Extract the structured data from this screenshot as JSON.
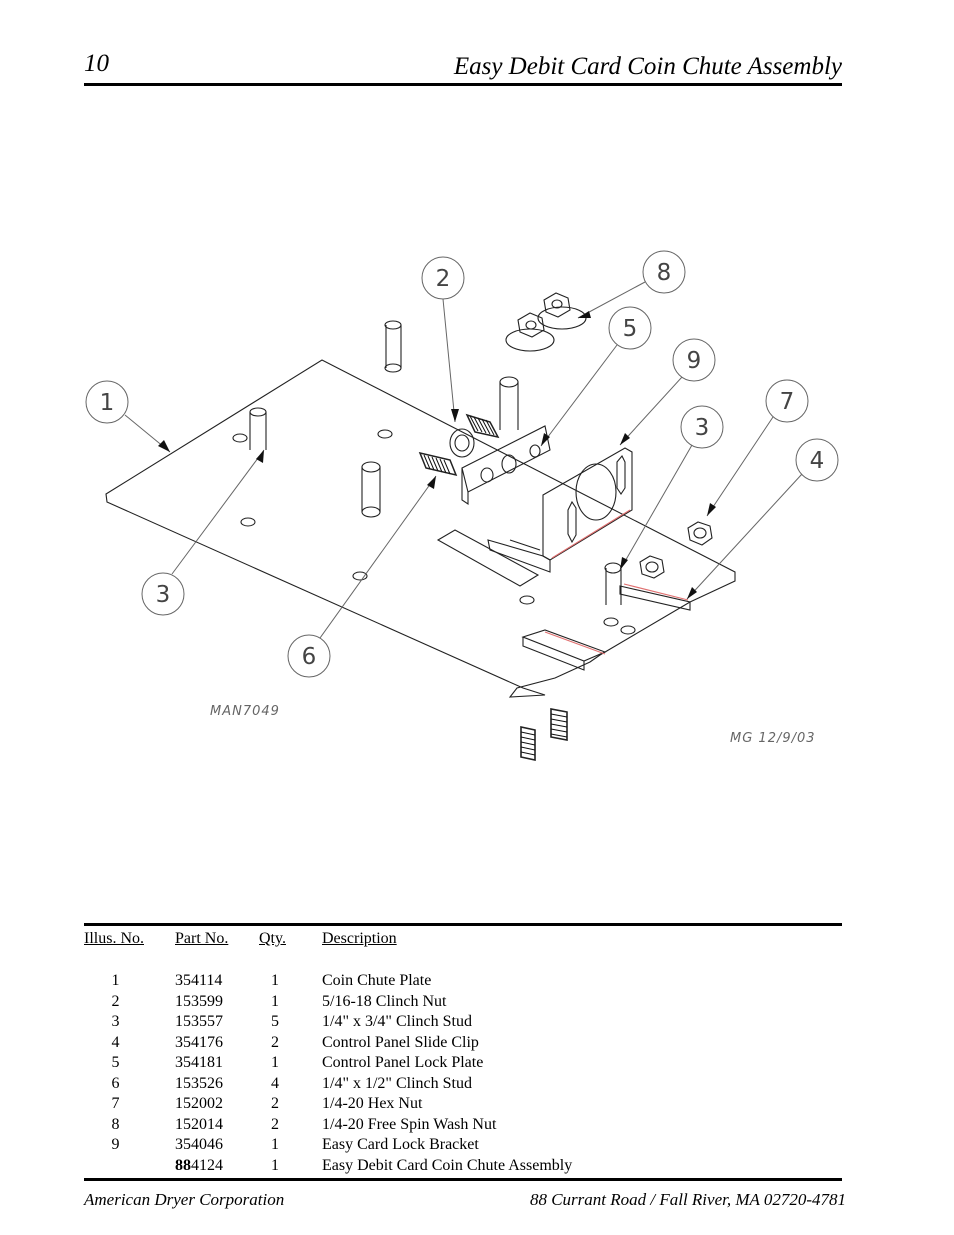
{
  "header": {
    "page_number": "10",
    "title": "Easy Debit Card Coin Chute Assembly"
  },
  "diagram": {
    "callouts": [
      "1",
      "2",
      "3",
      "3",
      "4",
      "5",
      "6",
      "7",
      "8",
      "9"
    ],
    "drawing_number": "MAN7049",
    "drawing_date": "MG 12/9/03"
  },
  "parts_table": {
    "columns": [
      "Illus. No.",
      "Part No.",
      "Qty.",
      "Description"
    ],
    "rows": [
      {
        "illus": "1",
        "part": "354114",
        "qty": "1",
        "desc": "Coin Chute Plate"
      },
      {
        "illus": "2",
        "part": "153599",
        "qty": "1",
        "desc": "5/16-18 Clinch Nut"
      },
      {
        "illus": "3",
        "part": "153557",
        "qty": "5",
        "desc": "1/4\" x 3/4\" Clinch Stud"
      },
      {
        "illus": "4",
        "part": "354176",
        "qty": "2",
        "desc": "Control Panel Slide Clip"
      },
      {
        "illus": "5",
        "part": "354181",
        "qty": "1",
        "desc": "Control Panel Lock Plate"
      },
      {
        "illus": "6",
        "part": "153526",
        "qty": "4",
        "desc": "1/4\" x 1/2\" Clinch Stud"
      },
      {
        "illus": "7",
        "part": "152002",
        "qty": "2",
        "desc": "1/4-20 Hex Nut"
      },
      {
        "illus": "8",
        "part": "152014",
        "qty": "2",
        "desc": "1/4-20 Free Spin Wash Nut"
      },
      {
        "illus": "9",
        "part": "354046",
        "qty": "1",
        "desc": "Easy Card Lock Bracket"
      },
      {
        "illus": "",
        "part_prefix": "88",
        "part_rest": "4124",
        "qty": "1",
        "desc": "Easy Debit Card Coin Chute Assembly"
      }
    ]
  },
  "footer": {
    "company": "American Dryer Corporation",
    "address": "88 Currant Road / Fall River, MA 02720-4781"
  }
}
